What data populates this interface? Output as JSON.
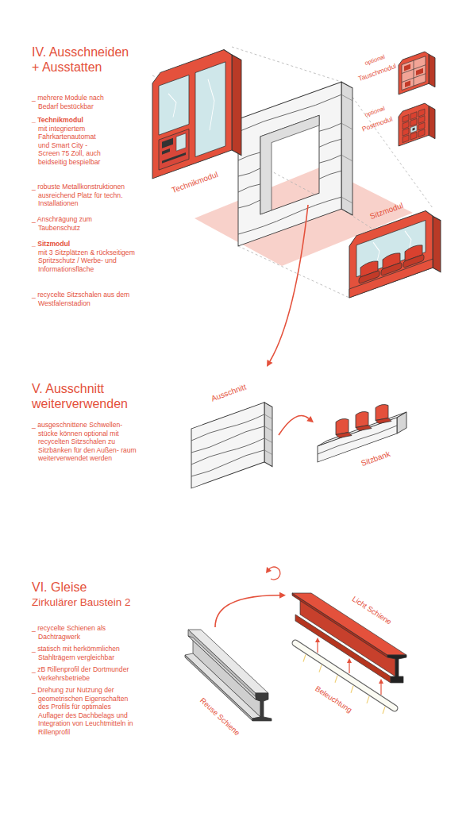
{
  "diagram": {
    "nodes": [
      {
        "text": [
          "Technikmodul"
        ]
      },
      {
        "text": [
          "optional",
          "Tauschmodul"
        ]
      },
      {
        "text": [
          "optional",
          "Postmodul"
        ]
      },
      {
        "text": [
          "Sitzmodul"
        ]
      },
      {
        "text": [
          "Ausschnitt"
        ]
      },
      {
        "text": [
          "Sitzbank"
        ]
      },
      {
        "text": [
          "Reuse Schiene"
        ]
      },
      {
        "text": [
          "Licht Schiene"
        ]
      }
    ],
    "edges": [
      {
        "from": 4,
        "to": 5,
        "arrow": "to"
      },
      {
        "from": 6,
        "to": 7,
        "arrow": "to"
      }
    ],
    "labels": [
      "IV. Ausschneiden + Ausstatten",
      "_ mehrere Module nach Bedarf bestückbar",
      "_ Technikmodul",
      "mit integriertem Fahrkartenautomat und Smart City - Screen 75 Zoll, auch beidseitig bespielbar",
      "_ robuste Metallkonstruktionen ausreichend Platz für techn. Installationen",
      "_ Anschrägung zum Taubenschutz",
      "_ Sitzmodul",
      "mit 3 Sitzplätzen & rückseitigem Spritzschutz / Werbe- und Informationsfläche",
      "_ recycelte Sitzschalen aus dem Westfalenstadion",
      "V. Ausschnitt weiterverwenden",
      "_ ausgeschnittene Schwellen- stücke können optional mit recycelten Sitzschalen zu Sitzbänken für den Außen- raum weiterverwendet werden",
      "VI. Gleise",
      "Zirkulärer Baustein 2",
      "_ recycelte Schienen als Dachtragwerk",
      "_ statisch mit herkömmlichen Stahlträgern vergleichbar",
      "_ zB Rillenprofil der Dortmunder Verkehrsbetriebe",
      "_ Drehung zur Nutzung der geometrischen Eigenschaften des Profils für optimales Auflager des Dachbelags und Integration von Leuchtmitteln in Rillenprofil",
      "Beleuchtung"
    ]
  }
}
